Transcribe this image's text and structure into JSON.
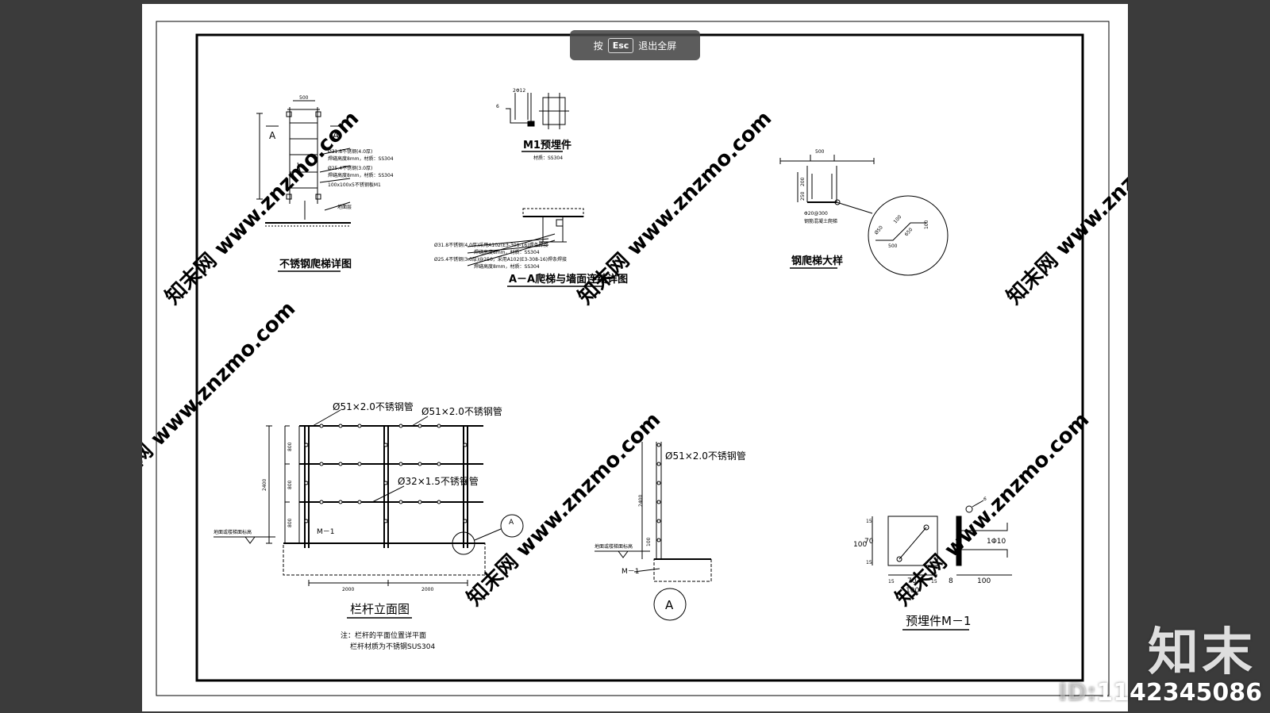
{
  "fullscreen_hint": {
    "press": "按",
    "key": "Esc",
    "action": "退出全屏"
  },
  "watermark": {
    "text": "知末网 www.znzmo.com"
  },
  "brand": {
    "logo": "知末",
    "id_label": "ID:",
    "id_value": "1142345086"
  },
  "drawing": {
    "ladder_detail": {
      "title": "不锈钢爬梯详图",
      "section_mark": "A",
      "notes": [
        "Ø31.8不锈钢(4.0厚)",
        "焊缝高度8mm，材质：SS304",
        "Ø25.4不锈钢(3.0厚)",
        "焊缝高度8mm，材质：SS304",
        "100x100x5不锈钢板M1"
      ],
      "top_dim": "500",
      "floor_label": "地面层"
    },
    "m1_embed": {
      "title": "M1预埋件",
      "material": "材质：SS304",
      "dims": [
        "2Φ12",
        "6"
      ]
    },
    "aa_section": {
      "title": "A－A爬梯与墙面连结详图",
      "notes": [
        "Ø31.8不锈钢(4.0厚)采用A102(E3-308-16)焊条焊接",
        "焊缝高度8mm，材质：SS304",
        "Ø25.4不锈钢(3.0厚)@250，采用A102(E3-308-16)焊条焊接",
        "焊缝高度8mm，材质：SS304"
      ]
    },
    "steel_ladder_large": {
      "title": "钢爬梯大样",
      "dims": [
        "500",
        "200",
        "250",
        "Φ20@300",
        "500",
        "Ø50",
        "100",
        "650",
        "100"
      ],
      "note": "钢筋混凝土爬梯"
    },
    "railing_elevation": {
      "title": "栏杆立面图",
      "labels": [
        "Ø51×2.0不锈钢管",
        "Ø51×2.0不锈钢管",
        "Ø32×1.5不锈钢管"
      ],
      "embed_label": "M－1",
      "floor_label": "地面或楼梯面标高",
      "dims_v": [
        "800",
        "800",
        "800",
        "2400"
      ],
      "dims_h": [
        "2000",
        "2000"
      ],
      "detail_mark": "A",
      "notes": [
        "注：栏杆的平面位置详平面",
        "栏杆材质为不锈钢SUS304"
      ]
    },
    "section_a": {
      "label": "Ø51×2.0不锈钢管",
      "embed_label": "M－1",
      "floor_label": "地面或楼梯面标高",
      "dims_v": [
        "2400",
        "100"
      ],
      "mark": "A"
    },
    "embed_m1": {
      "title": "预埋件M－1",
      "dims_v": [
        "15",
        "70",
        "15",
        "100"
      ],
      "dims_h": [
        "15",
        "70",
        "15",
        "100"
      ],
      "dims_side": [
        "8",
        "100"
      ],
      "rebar": "1Φ10",
      "weld": "6"
    }
  }
}
